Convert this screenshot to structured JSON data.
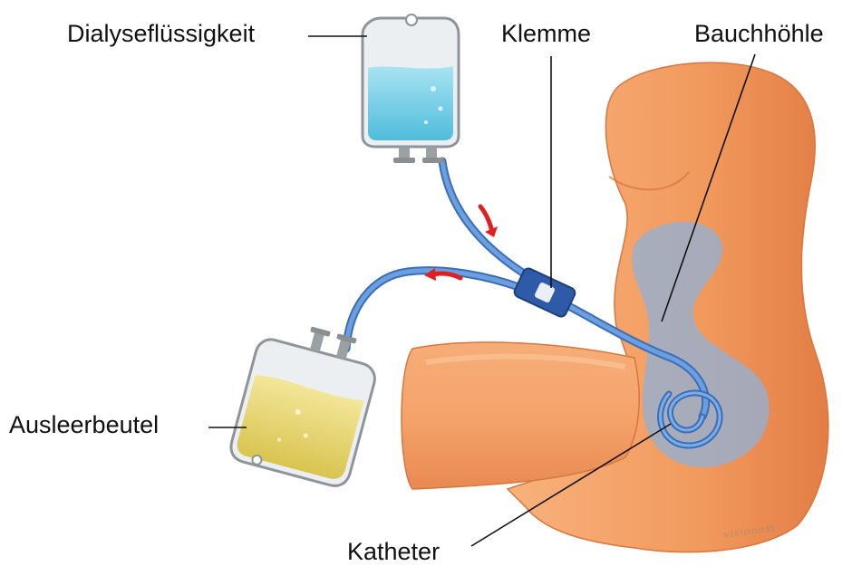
{
  "labels": {
    "dialysate": "Dialyseflüssigkeit",
    "clamp": "Klemme",
    "abdomen": "Bauchhöhle",
    "drain_bag": "Ausleerbeutel",
    "catheter": "Katheter"
  },
  "signature": "visionom",
  "colors": {
    "dialysate_fluid": "#7fd3ea",
    "drain_fluid": "#e8d56a",
    "tube": "#5b8fd6",
    "skin": "#f29a5e",
    "abdominal_cavity": "#8fb1d8",
    "arrow": "#e02020"
  },
  "arrows": [
    "flow-down-arrow",
    "flow-left-arrow"
  ]
}
